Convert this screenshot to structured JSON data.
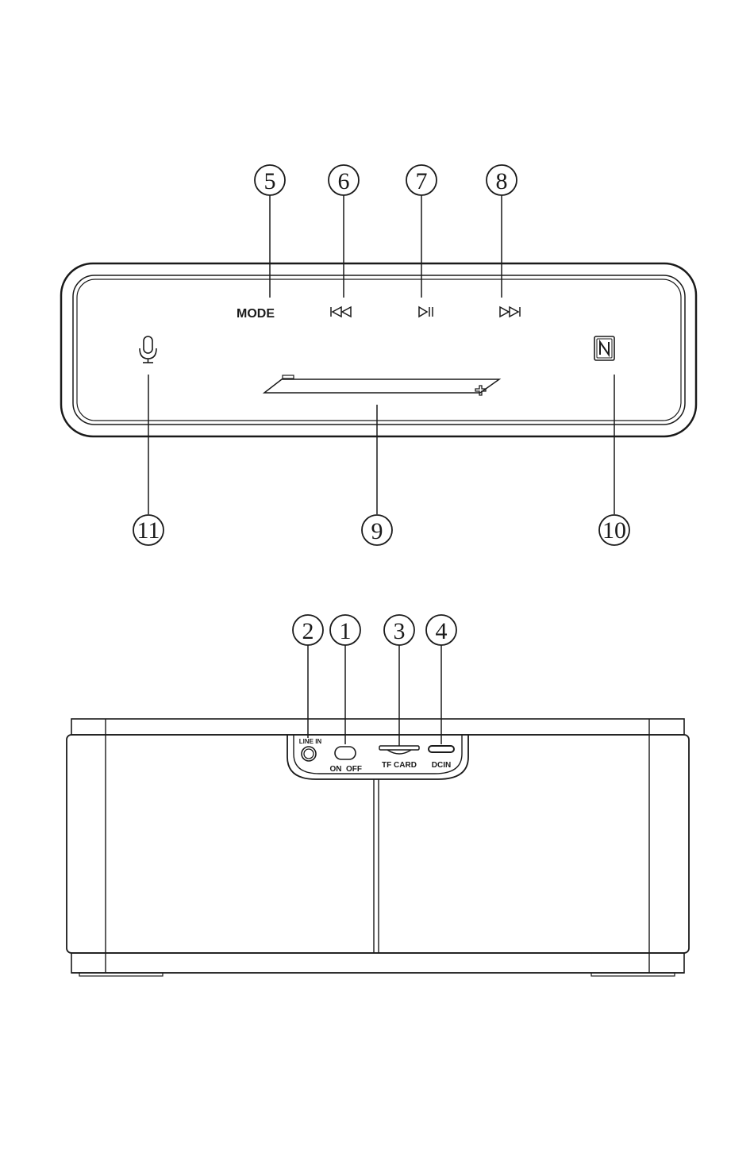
{
  "top_view": {
    "callouts": [
      {
        "id": "5",
        "label": "5"
      },
      {
        "id": "6",
        "label": "6"
      },
      {
        "id": "7",
        "label": "7"
      },
      {
        "id": "8",
        "label": "8"
      },
      {
        "id": "9",
        "label": "9"
      },
      {
        "id": "10",
        "label": "10"
      },
      {
        "id": "11",
        "label": "11"
      }
    ],
    "mode_label": "MODE",
    "volume_minus": "−",
    "volume_plus": "+",
    "nfc_letter": "N",
    "icons": {
      "prev": "previous-track-icon",
      "play_pause": "play-pause-icon",
      "next": "next-track-icon",
      "mic": "microphone-icon",
      "nfc": "nfc-icon"
    }
  },
  "rear_view": {
    "callouts": [
      {
        "id": "2",
        "label": "2"
      },
      {
        "id": "1",
        "label": "1"
      },
      {
        "id": "3",
        "label": "3"
      },
      {
        "id": "4",
        "label": "4"
      }
    ],
    "line_in_label": "LINE IN",
    "on_label": "ON",
    "off_label": "OFF",
    "tf_card_label": "TF CARD",
    "dc_in_label": "DCIN"
  },
  "colors": {
    "stroke": "#1a1a1a",
    "background": "#ffffff"
  }
}
